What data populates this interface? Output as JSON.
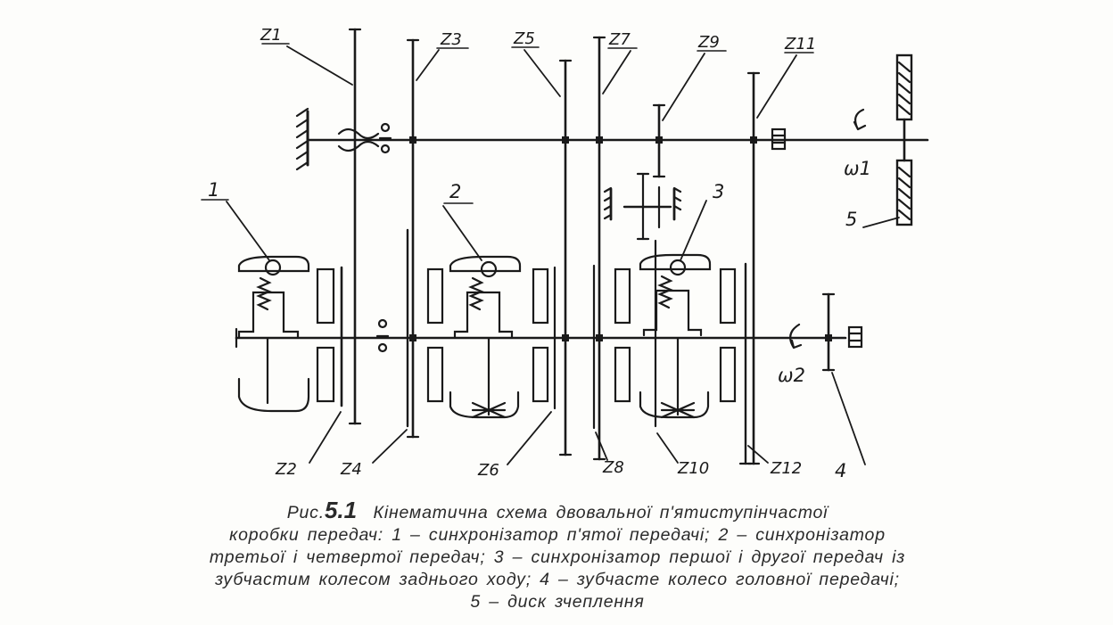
{
  "labels": {
    "z1": "Z1",
    "z2": "Z2",
    "z3": "Z3",
    "z4": "Z4",
    "z5": "Z5",
    "z6": "Z6",
    "z7": "Z7",
    "z8": "Z8",
    "z9": "Z9",
    "z10": "Z10",
    "z11": "Z11",
    "z12": "Z12",
    "callout1": "1",
    "callout2": "2",
    "callout3": "3",
    "callout4": "4",
    "callout5": "5",
    "omega1": "ω1",
    "omega2": "ω2",
    "axis_mark_top": "o\no",
    "axis_mark_bottom": "o\no"
  },
  "caption": {
    "prefix": "Рис.",
    "figure_number": "5.1",
    "line1": "Кінематична схема двовальної п'ятиступінчастої",
    "line2": "коробки передач: 1 – синхронізатор п'ятої передачі; 2 – синхронізатор",
    "line3": "третьої і четвертої передач; 3 – синхронізатор першої і другої передач із",
    "line4": "зубчастим колесом заднього ходу; 4 – зубчасте колесо головної передачі;",
    "line5": "5 – диск зчеплення"
  }
}
